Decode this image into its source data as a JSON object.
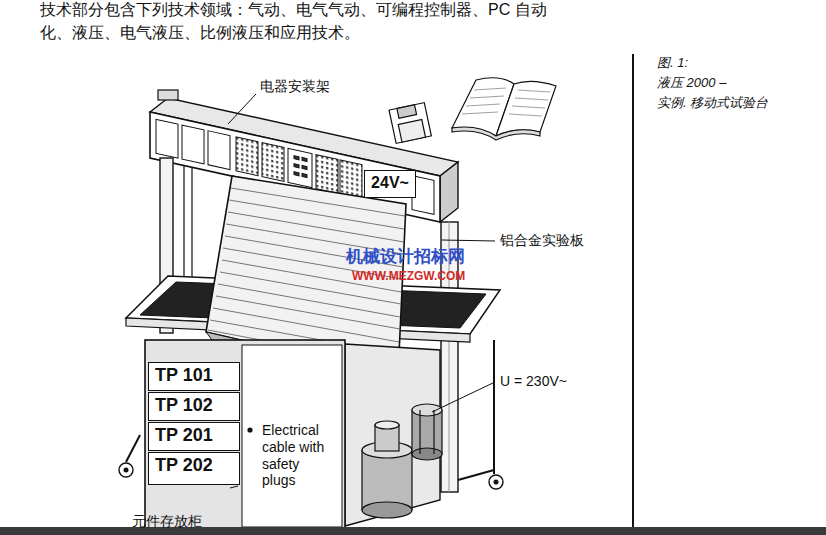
{
  "diagram": {
    "nodes": [
      {
        "text": [
          "24V~"
        ]
      },
      {
        "text": [
          "TP 101"
        ]
      },
      {
        "text": [
          "TP 102"
        ]
      },
      {
        "text": [
          "TP 201"
        ]
      },
      {
        "text": [
          "TP 202"
        ]
      },
      {
        "text": [
          "Electrical cable with safety plugs"
        ]
      }
    ],
    "labels": [
      "技术部分包含下列技术领域：气动、电气气动、可编程控制器、PC 自动",
      "化、液压、电气液压、比例液压和应用技术。",
      "图. 1:",
      "液压 2000 –",
      "实例. 移动式试验台",
      "电器安装架",
      "铝合金实验板",
      "机械设计招标网",
      "WWW.MEZGW.COM",
      "U = 230V~",
      "元件存放柜"
    ]
  }
}
